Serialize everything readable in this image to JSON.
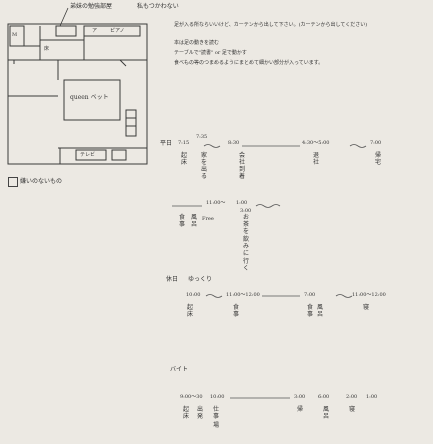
{
  "floorplan": {
    "title_note": "弟妹の勉強部屋",
    "title_note_suffix": "私もつかわない",
    "room_label": "queen ベット",
    "corner_label": "M",
    "bath_label": "床",
    "small_labels": [
      "ア",
      "ピアノ",
      "テレビ"
    ]
  },
  "legend": {
    "label": "嫌いのないもの"
  },
  "notes": {
    "lines": [
      "足が入る所ならいいけど、カーテンから出して下さい。(カーテンから出してください)",
      "本は足の動きを読む",
      "テーブルで\"読書\" or 足で動かす",
      "食べもの等のつまめるようにまとめて細かい部分が入っています。"
    ]
  },
  "weekday": {
    "label": "平日",
    "row1": {
      "times": [
        "7:15",
        "7:35",
        "8:30",
        "4:30〜5:00",
        "7:00"
      ],
      "vertical": [
        "起床",
        "家を出る",
        "会社到着",
        "退社",
        "帰宅"
      ]
    },
    "row2": {
      "times": [
        "11:00〜",
        "1:00",
        "3:00"
      ],
      "vertical": [
        "食事",
        "風呂",
        "Free",
        "お茶",
        "を",
        "飲み",
        "に",
        "行く"
      ]
    }
  },
  "holiday": {
    "label": "休日",
    "sub": "ゆっくり",
    "times": [
      "10:00",
      "11:00〜12:00",
      "7:00",
      "11:00〜12:00"
    ],
    "vertical": [
      "起床",
      "食事",
      "食事",
      "風呂",
      "寝"
    ]
  },
  "parttime": {
    "label": "バイト",
    "times": [
      "9:00〜30",
      "10:00",
      "3:00",
      "6:00",
      "2:00",
      "1:00"
    ],
    "vertical": [
      "起床",
      "出発",
      "仕事",
      "場",
      "帰",
      "風呂",
      "寝"
    ]
  }
}
